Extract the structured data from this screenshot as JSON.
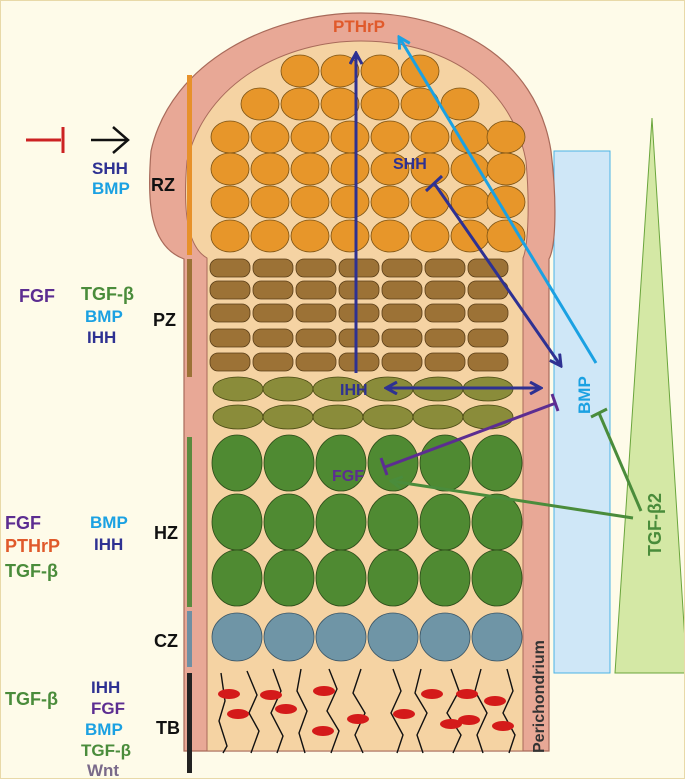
{
  "legend": {
    "inhibit_color": "#cc2222",
    "activate_color": "#111111"
  },
  "top_label": {
    "text": "PTHrP",
    "color": "#e05a2b"
  },
  "zones": [
    {
      "id": "RZ",
      "label": "RZ",
      "bar_color": "#e7912a"
    },
    {
      "id": "PZ",
      "label": "PZ",
      "bar_color": "#9c7236"
    },
    {
      "id": "HZ",
      "label": "HZ",
      "bar_color": "#5b8a3e"
    },
    {
      "id": "CZ",
      "label": "CZ",
      "bar_color": "#6f8fa3"
    },
    {
      "id": "TB",
      "label": "TB",
      "bar_color": "#222222"
    }
  ],
  "zone_factors": {
    "rz": [
      {
        "text": "SHH",
        "color": "#2e3192"
      },
      {
        "text": "BMP",
        "color": "#1ba1e2"
      }
    ],
    "pz": [
      {
        "text": "FGF",
        "color": "#5c2d91"
      },
      {
        "text": "TGF-β",
        "color": "#4a8c3b"
      },
      {
        "text": "BMP",
        "color": "#1ba1e2"
      },
      {
        "text": "IHH",
        "color": "#2e3192"
      }
    ],
    "hz": [
      {
        "text": "FGF",
        "color": "#5c2d91"
      },
      {
        "text": "BMP",
        "color": "#1ba1e2"
      },
      {
        "text": "PTHrP",
        "color": "#e05a2b"
      },
      {
        "text": "IHH",
        "color": "#2e3192"
      },
      {
        "text": "TGF-β",
        "color": "#4a8c3b"
      }
    ],
    "tb": [
      {
        "text": "TGF-β",
        "color": "#4a8c3b"
      },
      {
        "text": "IHH",
        "color": "#2e3192"
      },
      {
        "text": "FGF",
        "color": "#5c2d91"
      },
      {
        "text": "BMP",
        "color": "#1ba1e2"
      },
      {
        "text": "TGF-β",
        "color": "#4a8c3b"
      },
      {
        "text": "Wnt",
        "color": "#7a6a8a"
      }
    ]
  },
  "inner_labels": {
    "shh": {
      "text": "SHH",
      "color": "#2e3192"
    },
    "ihh": {
      "text": "IHH",
      "color": "#2e3192"
    },
    "fgf": {
      "text": "FGF",
      "color": "#5c2d91"
    },
    "bmp": {
      "text": "BMP",
      "color": "#1ba1e2"
    },
    "tgfb2": {
      "text": "TGF-β2",
      "color": "#4a8c3b"
    }
  },
  "perichondrium": {
    "text": "Perichondrium"
  },
  "colors": {
    "perichondrium": "#e8a896",
    "cartilage": "#f5d3a3",
    "resting_cell": "#e7962a",
    "proliferative_cell": "#9c7236",
    "prehyper_cell": "#8a8c3a",
    "hyper_cell": "#4f8a32",
    "calcified_cell": "#6f95a6",
    "blood": "#d41a1a",
    "bmp_panel": "#cfe7f7",
    "tgf_triangle": "#d4e8a5"
  }
}
